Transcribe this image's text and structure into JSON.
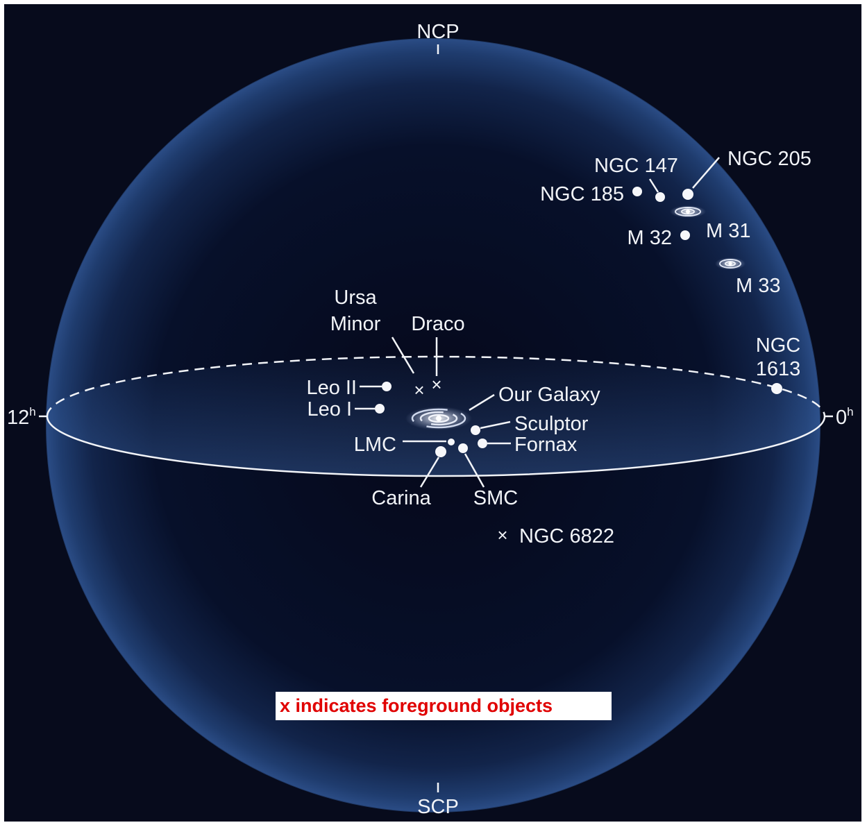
{
  "poles": {
    "north": "NCP",
    "south": "SCP"
  },
  "hour_marks": {
    "left": {
      "value": "12",
      "unit": "h"
    },
    "right": {
      "value": "0",
      "unit": "h"
    }
  },
  "objects": {
    "ngc_147": "NGC 147",
    "ngc_205": "NGC 205",
    "ngc_185": "NGC 185",
    "m_32": "M 32",
    "m_31": "M 31",
    "m_33": "M 33",
    "ursa_minor_line1": "Ursa",
    "ursa_minor_line2": "Minor",
    "draco": "Draco",
    "ngc_1613_line1": "NGC",
    "ngc_1613_line2": "1613",
    "leo_ii": "Leo II",
    "leo_i": "Leo I",
    "our_galaxy": "Our Galaxy",
    "sculptor": "Sculptor",
    "lmc": "LMC",
    "fornax": "Fornax",
    "carina": "Carina",
    "smc": "SMC",
    "ngc_6822": "NGC 6822"
  },
  "foreground_marker": "×",
  "legend": {
    "text": "x indicates foreground objects"
  },
  "colors": {
    "frame": "#ffffff",
    "space": "#070b1c",
    "sphere_edge": "#284a82",
    "sphere_core": "#05081a",
    "label": "#f2f4f8",
    "legend_text": "#e00000",
    "legend_bg": "#ffffff"
  }
}
